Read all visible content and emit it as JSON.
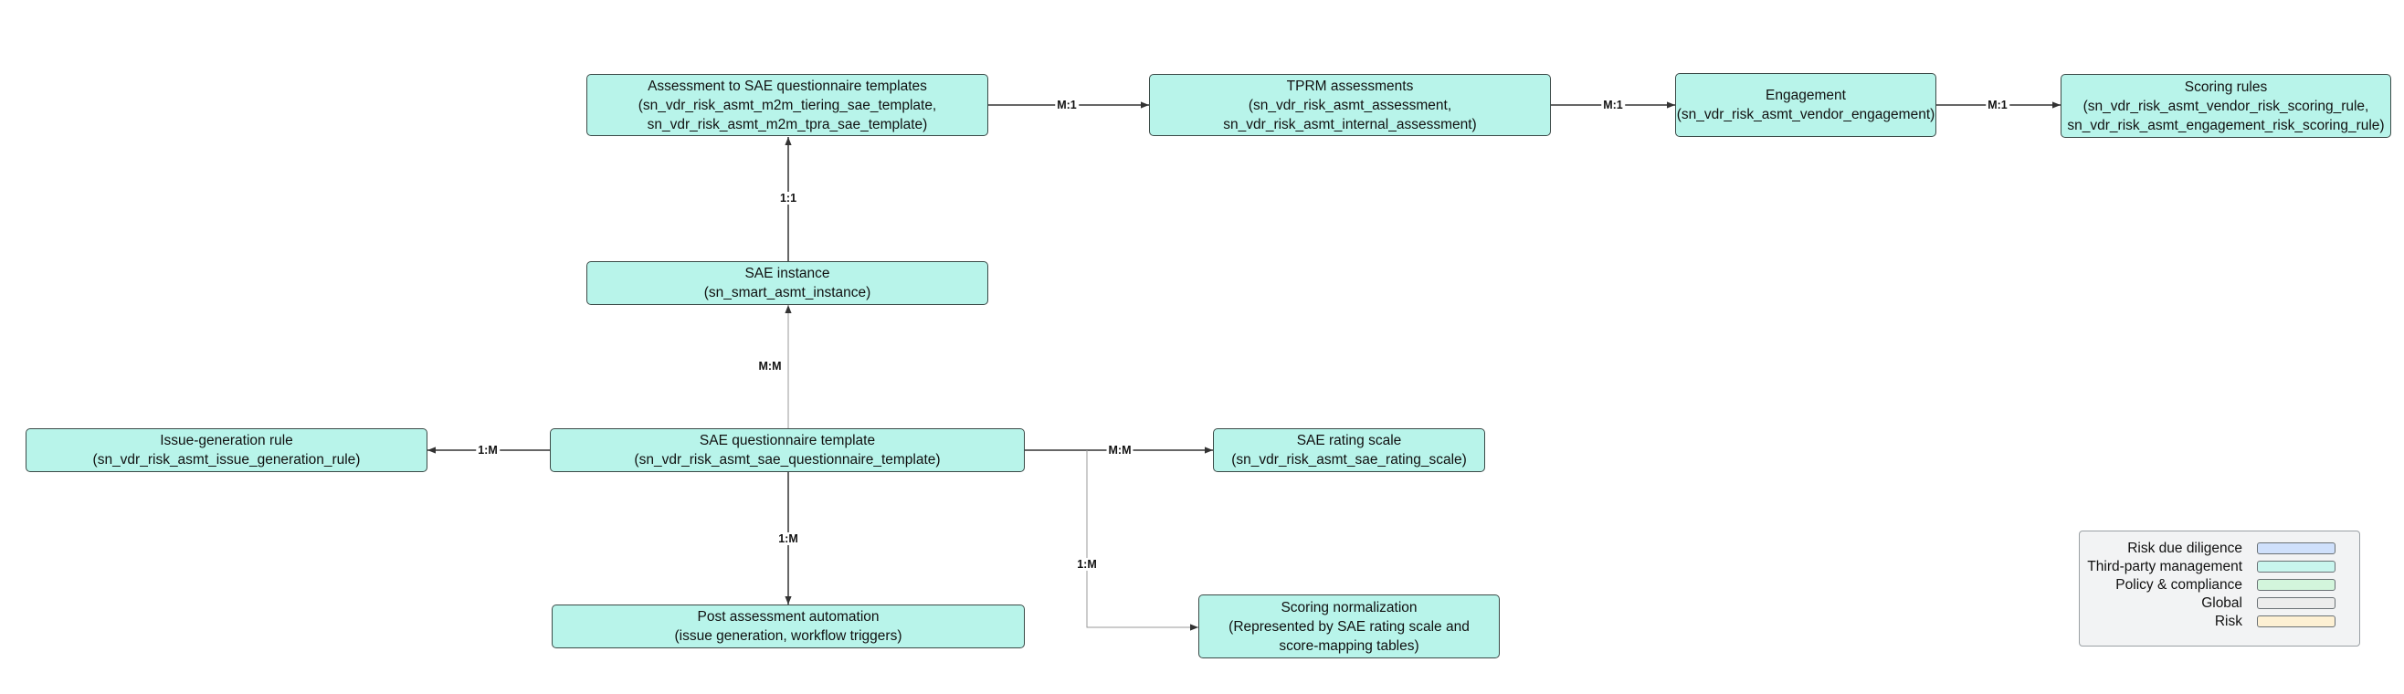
{
  "nodes": {
    "assessment_to_sae": {
      "title": "Assessment to SAE questionnaire templates",
      "line2": "(sn_vdr_risk_asmt_m2m_tiering_sae_template,",
      "line3": "sn_vdr_risk_asmt_m2m_tpra_sae_template)"
    },
    "tprm_assessments": {
      "title": "TPRM assessments",
      "line2": "(sn_vdr_risk_asmt_assessment,",
      "line3": "sn_vdr_risk_asmt_internal_assessment)"
    },
    "engagement": {
      "title": "Engagement",
      "line2": "(sn_vdr_risk_asmt_vendor_engagement)"
    },
    "scoring_rules": {
      "title": "Scoring rules",
      "line2": "(sn_vdr_risk_asmt_vendor_risk_scoring_rule,",
      "line3": "sn_vdr_risk_asmt_engagement_risk_scoring_rule)"
    },
    "sae_instance": {
      "title": "SAE instance",
      "line2": "(sn_smart_asmt_instance)"
    },
    "issue_generation_rule": {
      "title": "Issue-generation rule",
      "line2": "(sn_vdr_risk_asmt_issue_generation_rule)"
    },
    "sae_questionnaire_template": {
      "title": "SAE questionnaire template",
      "line2": "(sn_vdr_risk_asmt_sae_questionnaire_template)"
    },
    "sae_rating_scale": {
      "title": "SAE rating scale",
      "line2": "(sn_vdr_risk_asmt_sae_rating_scale)"
    },
    "post_assessment_automation": {
      "title": "Post assessment automation",
      "line2": "(issue generation, workflow triggers)"
    },
    "scoring_normalization": {
      "title": "Scoring normalization",
      "line2": "(Represented by SAE rating scale and",
      "line3": "score-mapping tables)"
    }
  },
  "edges": {
    "a2s_to_tprm": "M:1",
    "tprm_to_engagement": "M:1",
    "engagement_to_scoring": "M:1",
    "instance_to_a2s": "1:1",
    "template_to_instance": "M:M",
    "template_to_issue": "1:M",
    "template_to_rating": "M:M",
    "template_to_post": "1:M",
    "template_to_normalization": "1:M"
  },
  "legend": [
    {
      "label": "Risk due diligence",
      "color": "#cfe0fb"
    },
    {
      "label": "Third-party management",
      "color": "#c9f5ee"
    },
    {
      "label": "Policy & compliance",
      "color": "#d3f5dc"
    },
    {
      "label": "Global",
      "color": "#ececec"
    },
    {
      "label": "Risk",
      "color": "#fdf0d3"
    }
  ],
  "colors": {
    "node_fill": "#b8f4ea",
    "node_border": "#3b4a47",
    "edge": "#333333"
  }
}
